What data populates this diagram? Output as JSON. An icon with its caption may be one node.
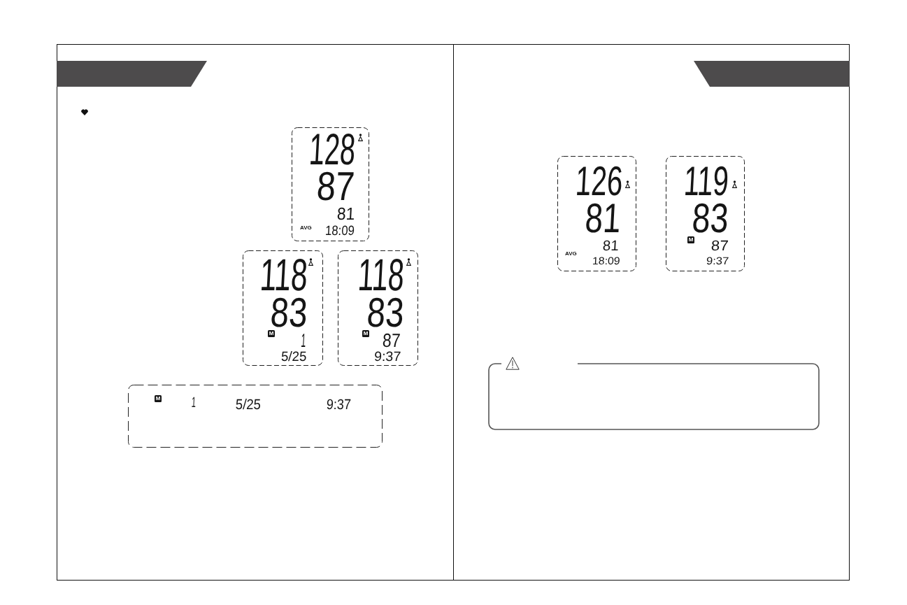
{
  "diagram": {
    "nodes": [
      {
        "text": [
          "128",
          "87",
          "81",
          "AVG",
          "18:09"
        ]
      },
      {
        "text": [
          "118",
          "83",
          "M",
          "1",
          "5/25"
        ]
      },
      {
        "text": [
          "118",
          "83",
          "M",
          "87",
          "9:37"
        ]
      },
      {
        "text": [
          "M",
          "1",
          "5/25",
          "9:37"
        ]
      },
      {
        "text": [
          "126",
          "81",
          "81",
          "AVG",
          "18:09"
        ]
      },
      {
        "text": [
          "119",
          "83",
          "M",
          "87",
          "9:37"
        ]
      }
    ]
  }
}
